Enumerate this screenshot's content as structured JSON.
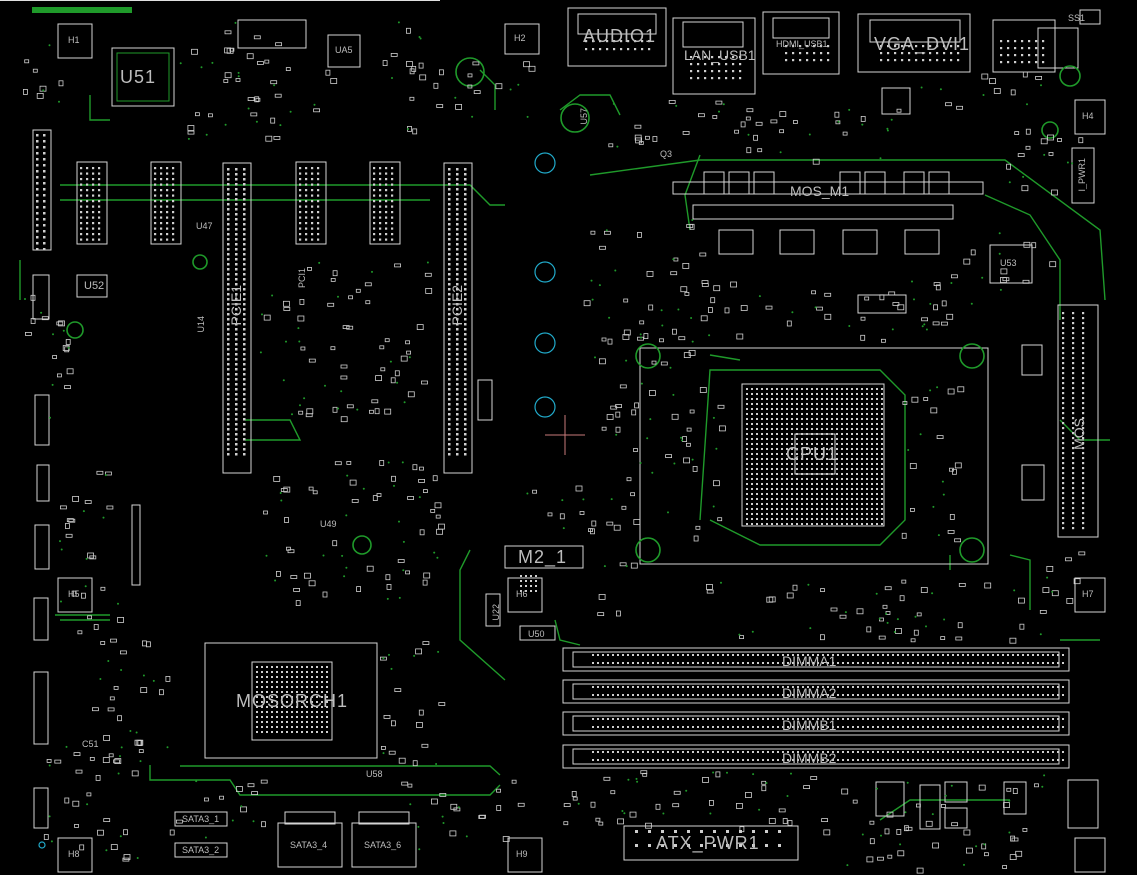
{
  "board": {
    "background": "#000000",
    "silk_color": "#d9d9d9",
    "copper_color": "#1f9a2a",
    "via_color": "#21a9c9"
  },
  "labels": {
    "u51": "U51",
    "u52": "U52",
    "ua5": "UA5",
    "audio1": "AUDIO1",
    "lan_usb": "LAN_USB1",
    "hdmi_usb": "HDMI_USB1",
    "vga_dvi": "VGA_DVI1",
    "mos_top": "MOS_M1",
    "mos_right": "MOS",
    "cpu": "CPU1",
    "m2": "M2_1",
    "mos_pch": "MOSORCH1",
    "dimm_a1": "DIMMA1",
    "dimm_a2": "DIMMA2",
    "dimm_b1": "DIMMB1",
    "dimm_b2": "DIMMB2",
    "atx": "ATX_PWR1",
    "sata4": "SATA3_4",
    "sata6": "SATA3_6",
    "sata1": "SATA3_1",
    "sata2": "SATA3_2",
    "pcie1": "PCIE1",
    "pcie2": "PCIE2",
    "pci1": "PCI1",
    "u50": "U50",
    "u53": "U53",
    "c51": "C51",
    "u14": "U14",
    "q3": "Q3",
    "u57": "U57",
    "u22": "U22",
    "u49": "U49",
    "u47": "U47",
    "u58": "U58",
    "ss1": "SS1",
    "i_pwr1": "I_PWR1",
    "h1": "H1",
    "h2": "H2",
    "h4": "H4",
    "h5": "H5",
    "h6": "H6",
    "h7": "H7",
    "h8": "H8",
    "h9": "H9"
  }
}
